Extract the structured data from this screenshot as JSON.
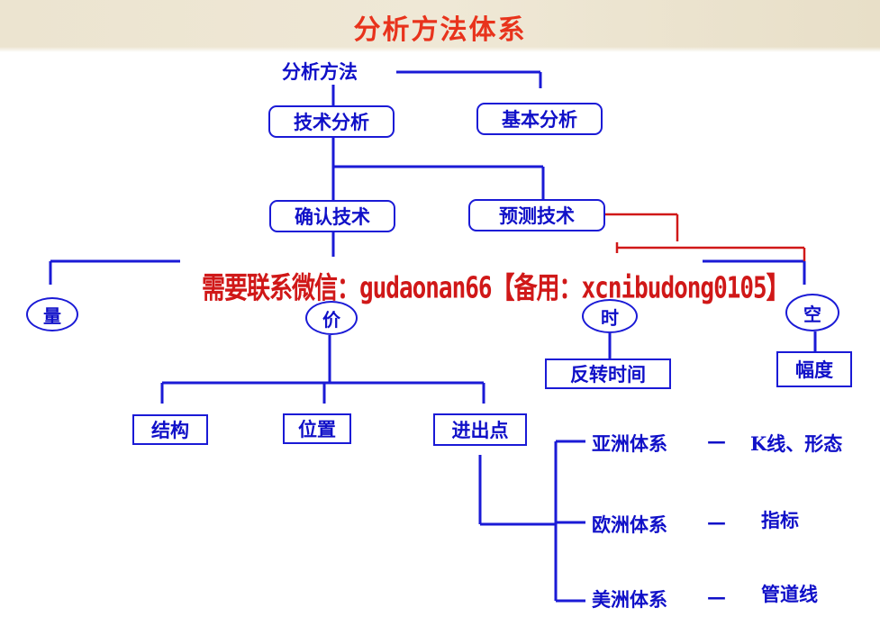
{
  "header": {
    "title": "分析方法体系",
    "title_color": "#e8331c"
  },
  "tree": {
    "root": "分析方法",
    "technical": "技术分析",
    "fundamental": "基本分析",
    "confirm": "确认技术",
    "predict": "预测技术",
    "volume": "量",
    "price": "价",
    "time": "时",
    "space": "空",
    "reversal_time": "反转时间",
    "amplitude": "幅度",
    "structure": "结构",
    "position": "位置",
    "entry_exit": "进出点"
  },
  "systems": [
    {
      "name": "亚洲体系",
      "dash": "—",
      "method": "K线、形态"
    },
    {
      "name": "欧洲体系",
      "dash": "—",
      "method": "指标"
    },
    {
      "name": "美洲体系",
      "dash": "—",
      "method": "管道线"
    }
  ],
  "watermark": {
    "text": "需要联系微信：gudaonan66【备用：xcnibudong0105】",
    "color": "#d01818"
  },
  "colors": {
    "line": "#1a1ad6",
    "accent_line": "#d01818",
    "text": "#1010c8"
  }
}
